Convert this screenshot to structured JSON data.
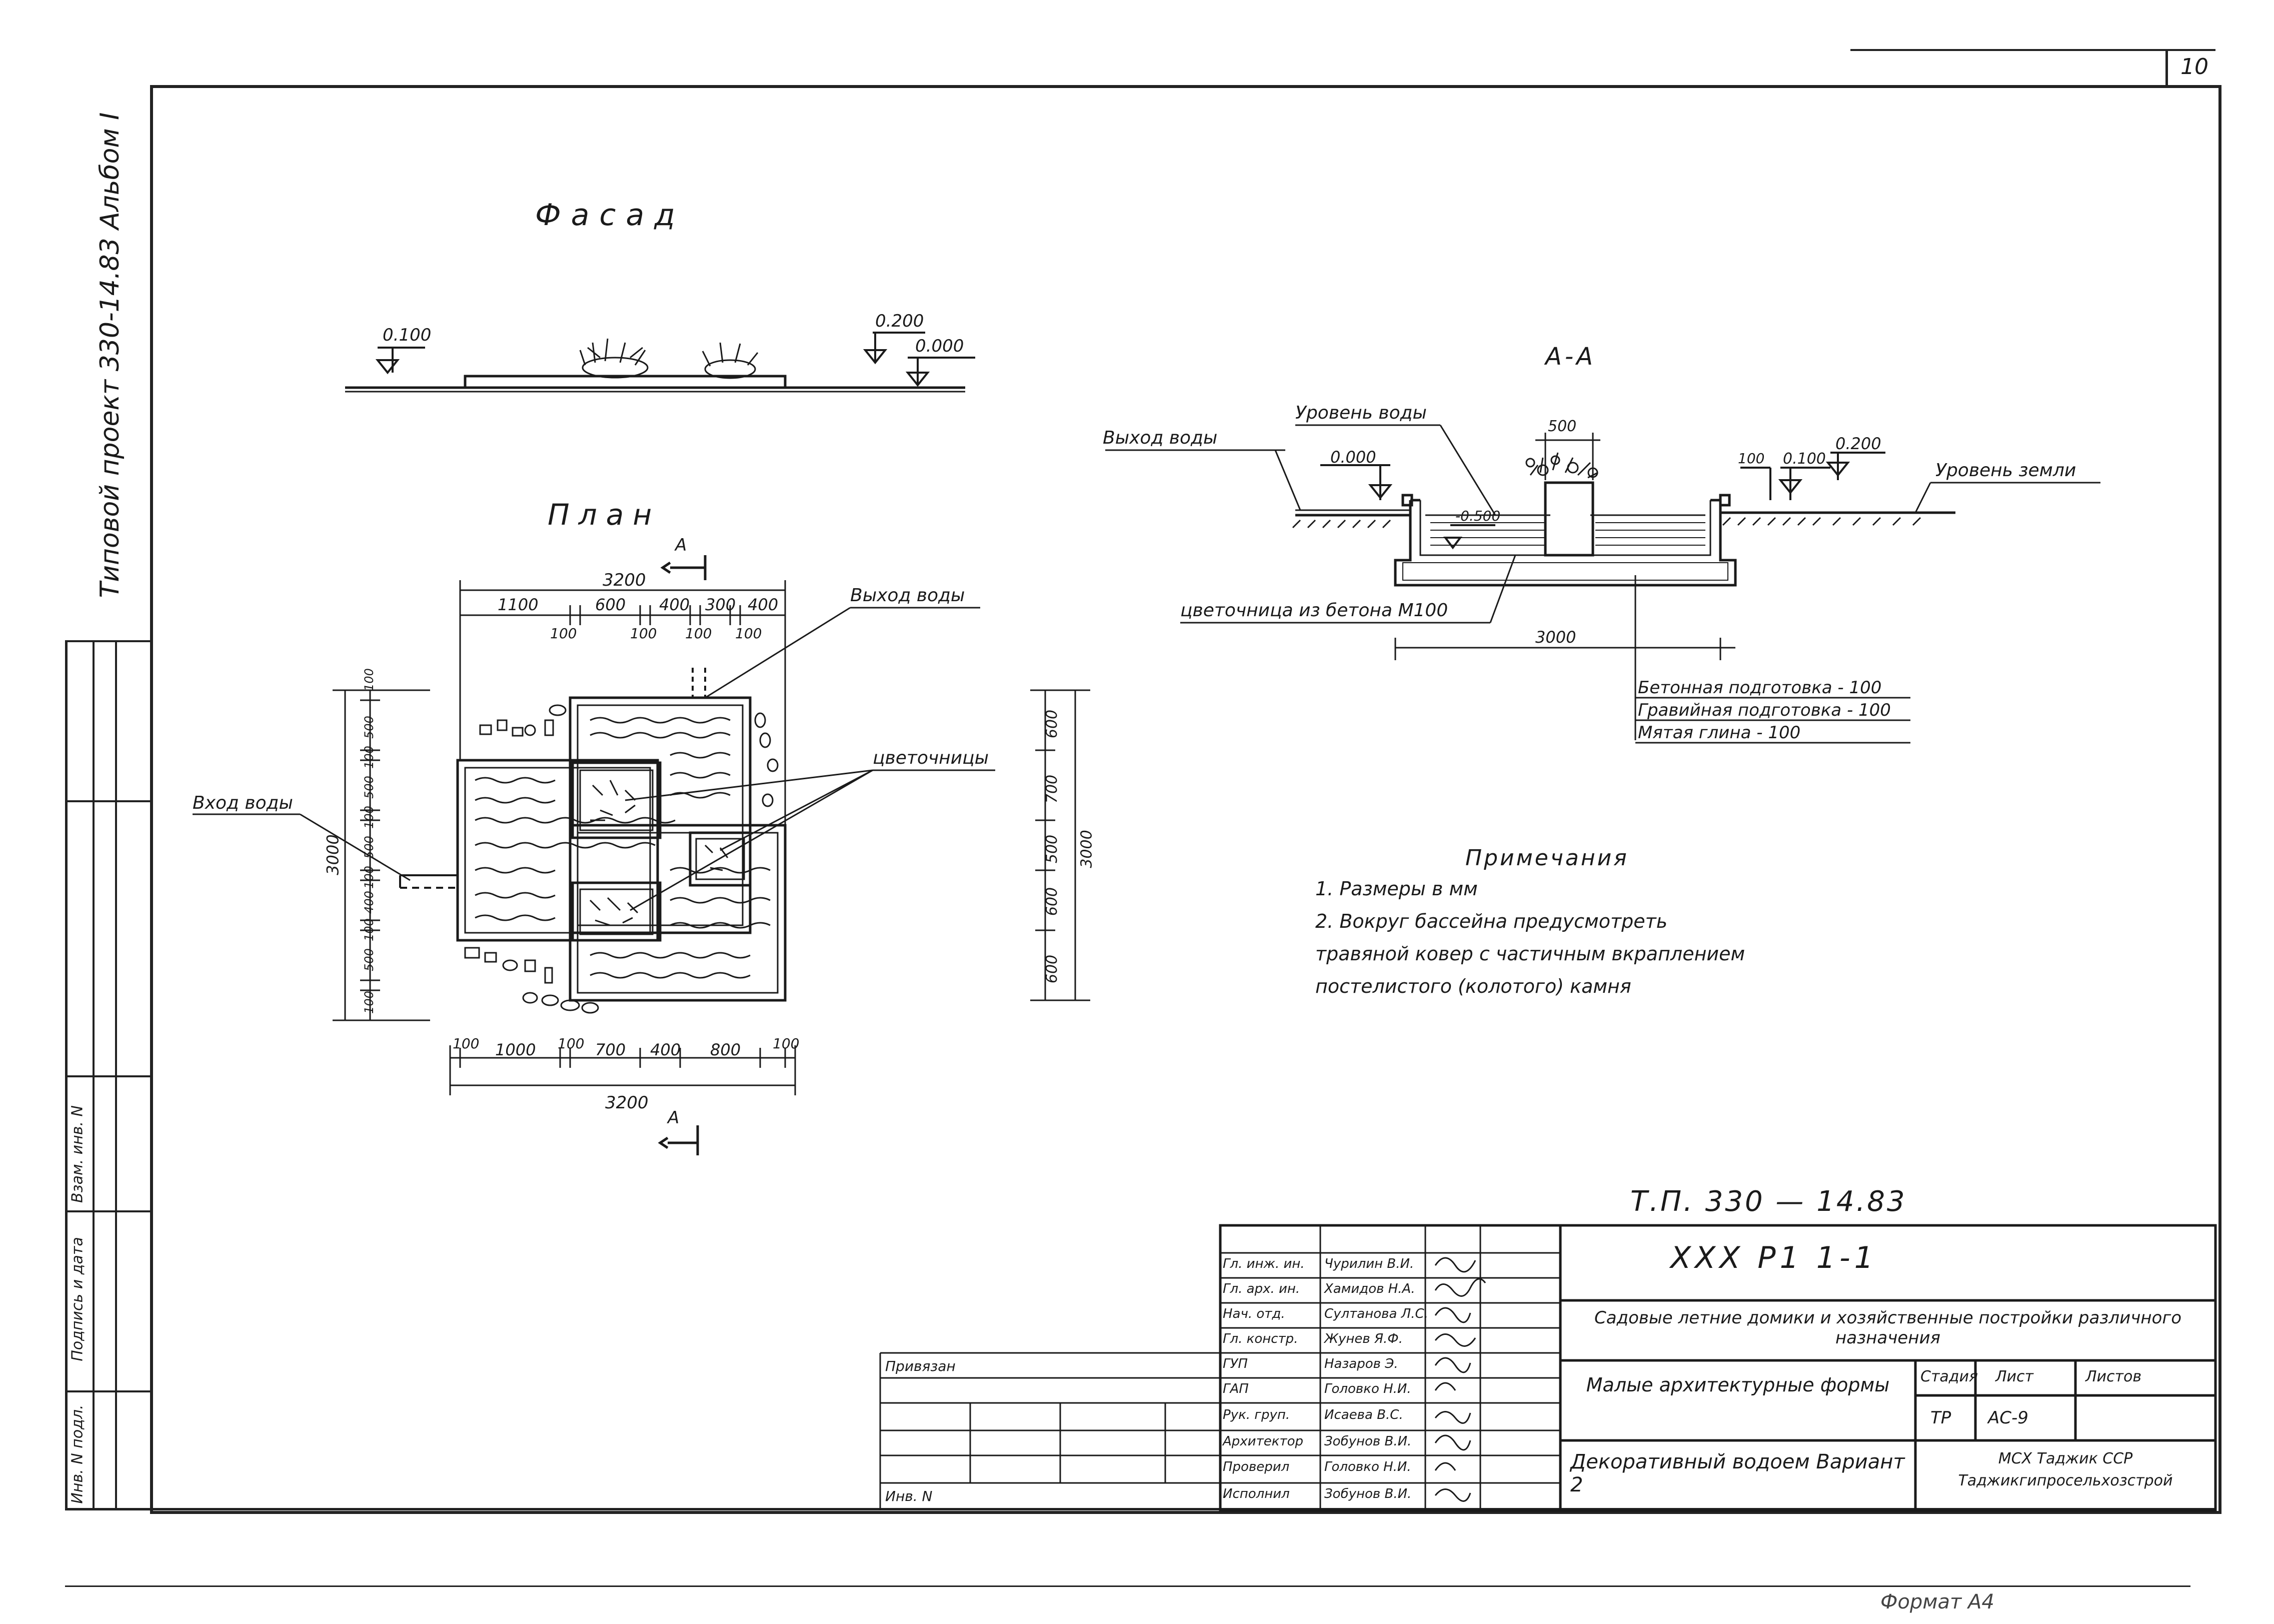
{
  "sheet": {
    "page_number": "10",
    "side_label": "Типовой проект   330-14.83 Альбом I",
    "side_stamp_labels": [
      "Инв. N подл.",
      "Подпись и дата",
      "Взам. инв. N"
    ]
  },
  "facade": {
    "title": "Фасад",
    "levels": [
      "0.100",
      "0.200",
      "0.000"
    ]
  },
  "plan": {
    "title": "План",
    "section_mark": "А",
    "top_total": "3200",
    "top_dims": [
      "1100",
      "600",
      "400",
      "300",
      "400"
    ],
    "top_sub_dims": [
      "100",
      "100",
      "100",
      "100"
    ],
    "bottom_dims": [
      "100",
      "1000",
      "100",
      "700",
      "400",
      "800",
      "100"
    ],
    "bottom_total": "3200",
    "left_total": "3000",
    "left_dims": [
      "100",
      "500",
      "100",
      "500",
      "100",
      "500",
      "100",
      "400",
      "100",
      "500",
      "100"
    ],
    "right_dims": [
      "600",
      "700",
      "500",
      "600",
      "600"
    ],
    "right_total": "3000",
    "labels": {
      "water_out": "Выход воды",
      "water_in": "Вход воды",
      "flowerbeds": "цветочницы"
    }
  },
  "section": {
    "title": "А-А",
    "labels": {
      "water_level": "Уровень воды",
      "water_out": "Выход воды",
      "ground_level": "Уровень земли",
      "flowerbed": "цветочница из бетона М100",
      "width_top": "500",
      "width_bottom": "3000"
    },
    "levels": [
      "0.000",
      "-0.500",
      "100",
      "0.100",
      "0.200"
    ],
    "layers": [
      "Бетонная подготовка - 100",
      "Гравийная подготовка - 100",
      "Мятая глина - 100"
    ]
  },
  "notes": {
    "title": "Примечания",
    "items": [
      "1. Размеры в мм",
      "2. Вокруг бассейна предусмотреть",
      "травяной ковер с частичным вкраплением",
      "постелистого (колотого) камня"
    ]
  },
  "title_block": {
    "project_code": "Т.П.     330 — 14.83",
    "drawing_code": "XXX  P1  1-1",
    "series_title": "Садовые летние домики и хозяйственные постройки различного назначения",
    "section_title": "Малые архитектурные формы",
    "drawing_title": "Декоративный водоем Вариант 2",
    "stage_header": "Стадия",
    "sheet_header": "Лист",
    "sheets_header": "Листов",
    "stage": "ТР",
    "sheet": "АС-9",
    "organization": "МСХ Таджик ССР Таджикгипросельхозстрой",
    "bound": "Привязан",
    "inv": "Инв. N",
    "roles": [
      {
        "role": "Гл. инж. ин.",
        "name": "Чурилин В.И."
      },
      {
        "role": "Гл. арх. ин.",
        "name": "Хамидов Н.А."
      },
      {
        "role": "Нач. отд.",
        "name": "Султанова Л.С."
      },
      {
        "role": "Гл. констр.",
        "name": "Жунев Я.Ф."
      },
      {
        "role": "ГУП",
        "name": "Назаров Э."
      },
      {
        "role": "ГАП",
        "name": "Головко Н.И."
      },
      {
        "role": "Рук. груп.",
        "name": "Исаева В.С."
      },
      {
        "role": "Архитектор",
        "name": "Зобунов В.И."
      },
      {
        "role": "Проверил",
        "name": "Головко Н.И."
      },
      {
        "role": "Исполнил",
        "name": "Зобунов В.И."
      }
    ]
  },
  "footer_note": "Формат А4"
}
